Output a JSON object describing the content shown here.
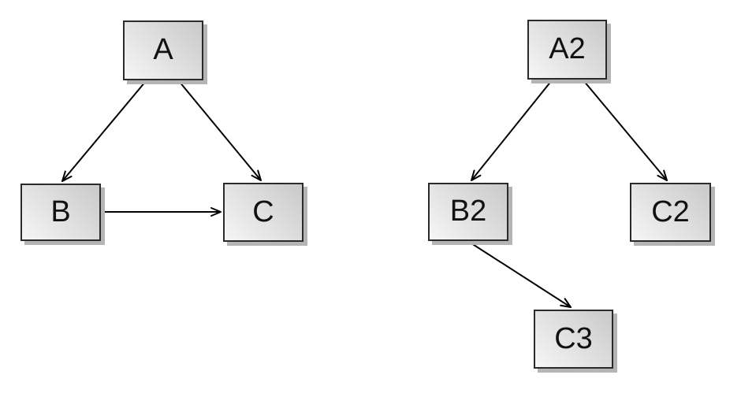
{
  "diagram": {
    "nodes": {
      "A": {
        "label": "A"
      },
      "B": {
        "label": "B"
      },
      "C": {
        "label": "C"
      },
      "A2": {
        "label": "A2"
      },
      "B2": {
        "label": "B2"
      },
      "C2": {
        "label": "C2"
      },
      "C3": {
        "label": "C3"
      }
    },
    "edges": [
      {
        "from": "A",
        "to": "B",
        "arrow": "arrowhead-icon"
      },
      {
        "from": "A",
        "to": "C",
        "arrow": "arrowhead-icon"
      },
      {
        "from": "B",
        "to": "C",
        "arrow": "arrowhead-icon"
      },
      {
        "from": "A2",
        "to": "B2",
        "arrow": "arrowhead-icon"
      },
      {
        "from": "A2",
        "to": "C2",
        "arrow": "arrowhead-icon"
      },
      {
        "from": "B2",
        "to": "C3",
        "arrow": "arrowhead-icon"
      }
    ],
    "colors": {
      "background": "#ffffff",
      "node_border": "#2b2b2b",
      "node_fill_light": "#f6f6f6",
      "node_fill_dark": "#c9c9c9",
      "node_shadow": "#b5b5b5",
      "edge": "#000000",
      "label": "#111111"
    }
  }
}
